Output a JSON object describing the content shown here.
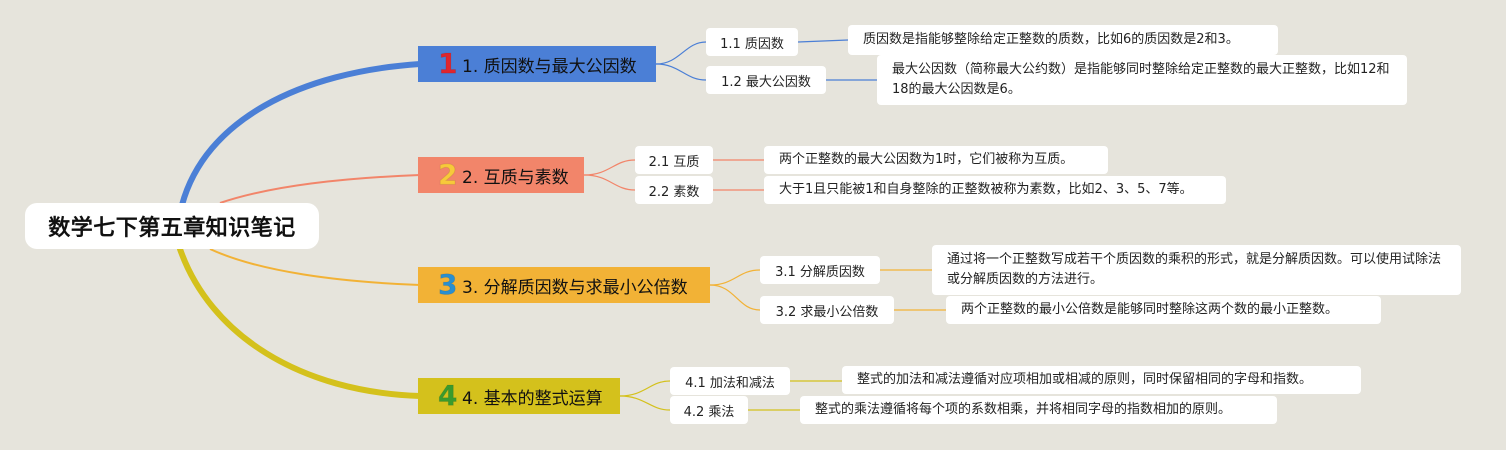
{
  "root": {
    "title": "数学七下第五章知识笔记"
  },
  "colors": {
    "background": "#e6e4dc",
    "branch1": "#4b7fd6",
    "branch2": "#f2856a",
    "branch3": "#f2b236",
    "branch4": "#d4c11c",
    "number1": "#e0262d",
    "number2": "#f7c93a",
    "number3": "#2a8fd0",
    "number4": "#3a9b2d"
  },
  "branches": [
    {
      "number": "1",
      "label": "1. 质因数与最大公因数",
      "subs": [
        {
          "label": "1.1 质因数",
          "note": "质因数是指能够整除给定正整数的质数，比如6的质因数是2和3。"
        },
        {
          "label": "1.2 最大公因数",
          "note": "最大公因数（简称最大公约数）是指能够同时整除给定正整数的最大正整数，比如12和18的最大公因数是6。"
        }
      ]
    },
    {
      "number": "2",
      "label": "2. 互质与素数",
      "subs": [
        {
          "label": "2.1 互质",
          "note": "两个正整数的最大公因数为1时，它们被称为互质。"
        },
        {
          "label": "2.2 素数",
          "note": "大于1且只能被1和自身整除的正整数被称为素数，比如2、3、5、7等。"
        }
      ]
    },
    {
      "number": "3",
      "label": "3. 分解质因数与求最小公倍数",
      "subs": [
        {
          "label": "3.1 分解质因数",
          "note": "通过将一个正整数写成若干个质因数的乘积的形式，就是分解质因数。可以使用试除法或分解质因数的方法进行。"
        },
        {
          "label": "3.2 求最小公倍数",
          "note": "两个正整数的最小公倍数是能够同时整除这两个数的最小正整数。"
        }
      ]
    },
    {
      "number": "4",
      "label": "4. 基本的整式运算",
      "subs": [
        {
          "label": "4.1 加法和减法",
          "note": "整式的加法和减法遵循对应项相加或相减的原则，同时保留相同的字母和指数。"
        },
        {
          "label": "4.2 乘法",
          "note": "整式的乘法遵循将每个项的系数相乘，并将相同字母的指数相加的原则。"
        }
      ]
    }
  ]
}
